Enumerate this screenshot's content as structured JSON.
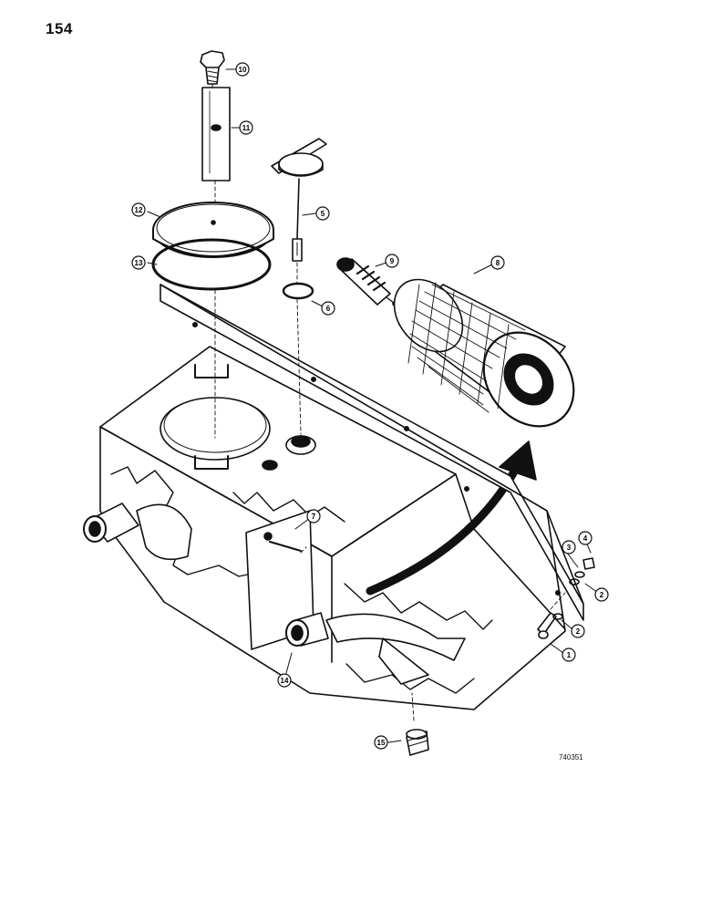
{
  "page_number": "154",
  "reference_code": "740351",
  "callouts": [
    "10",
    "11",
    "5",
    "12",
    "13",
    "6",
    "9",
    "8",
    "7",
    "4",
    "3",
    "2",
    "2",
    "1",
    "14",
    "15"
  ],
  "colors": {
    "ink": "#111111",
    "paper": "#ffffff"
  }
}
